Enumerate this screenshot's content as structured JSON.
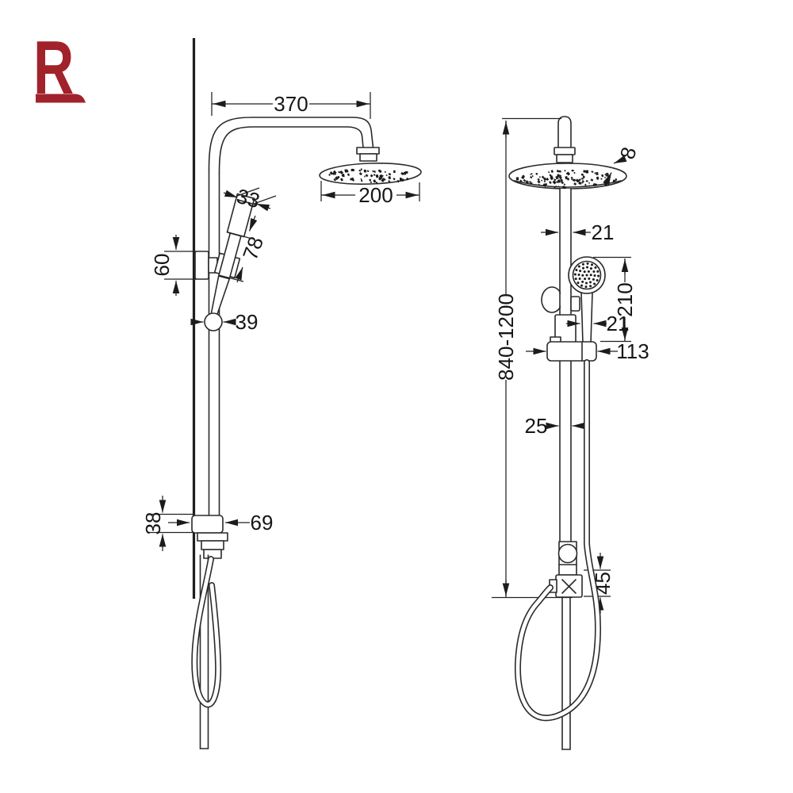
{
  "logo": {
    "letter": "R",
    "color": "#A1222A"
  },
  "side_view": {
    "arm_reach": "370",
    "head_width": "200",
    "handset_head_width": "33",
    "handset_length": "78",
    "upper_bracket_height": "60",
    "slider_knob_diameter": "39",
    "lower_bracket_height": "38",
    "lower_bracket_depth": "69"
  },
  "front_view": {
    "head_edge_thickness": "8",
    "riser_pipe_width": "21",
    "handset_assembly_height": "210",
    "handset_handle_width": "21",
    "slider_bracket_width": "113",
    "column_height_range": "840-1200",
    "slide_bar_width": "25",
    "tee_connector_height": "45"
  }
}
